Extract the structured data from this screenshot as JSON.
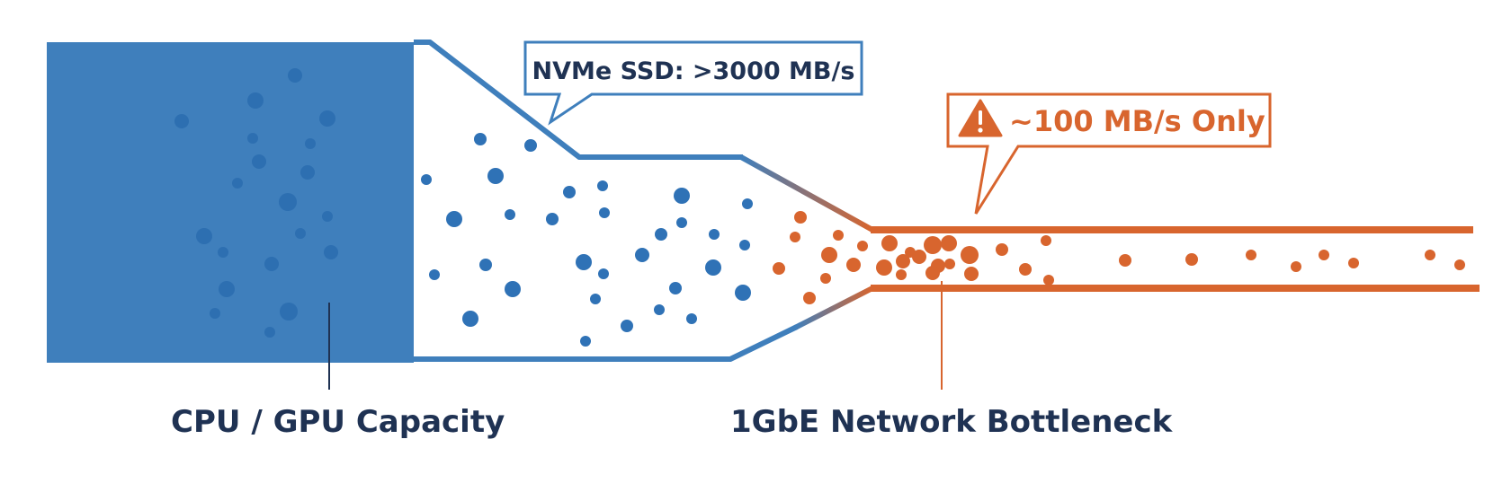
{
  "colors": {
    "cpu_blue": "#3f7fbc",
    "pipe_blue": "#3f7fbc",
    "particle_blue": "#2f72b6",
    "orange": "#d8652e",
    "label_dark": "#1f3253",
    "background": "#ffffff"
  },
  "labels": {
    "cpu": "CPU / GPU Capacity",
    "network": "1GbE Network Bottleneck"
  },
  "callouts": {
    "nvme": "NVMe SSD: >3000 MB/s",
    "bottleneck": "~100 MB/s Only",
    "bottleneck_icon": "warning-icon"
  }
}
